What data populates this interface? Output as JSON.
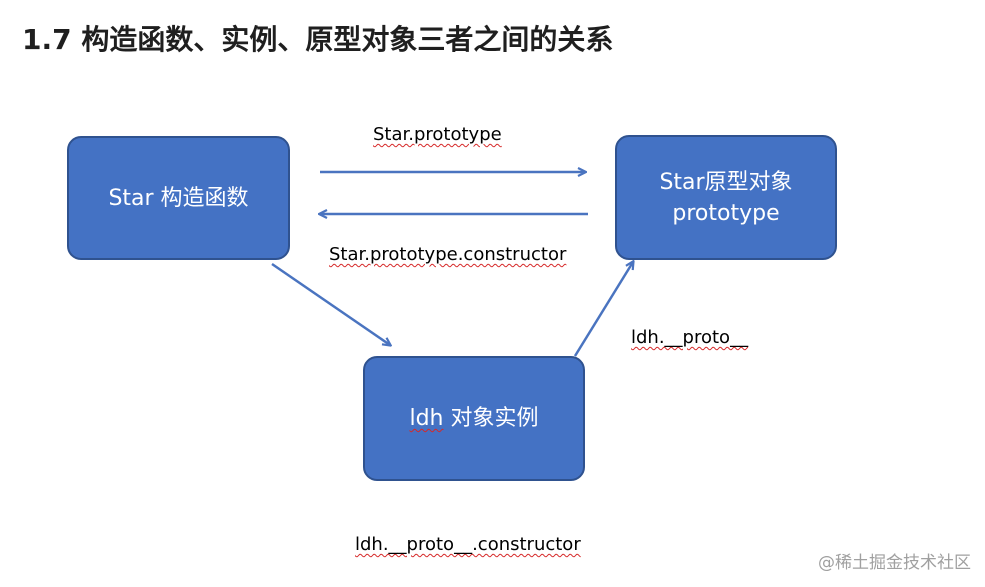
{
  "slide": {
    "title": "1.7 构造函数、实例、原型对象三者之间的关系",
    "boxes": {
      "constructor": {
        "line1": "Star 构造函数"
      },
      "prototype": {
        "line1": "Star原型对象",
        "line2": "prototype"
      },
      "instance": {
        "prefix": "ldh",
        "rest": " 对象实例"
      }
    },
    "labels": {
      "star_prototype": "Star.prototype",
      "star_prototype_constructor": "Star.prototype.constructor",
      "ldh_proto": "ldh.__proto__",
      "ldh_proto_constructor": "ldh.__proto__.constructor"
    },
    "watermark": "@稀土掘金技术社区",
    "colors": {
      "box_fill": "#4472c4",
      "box_border": "#2f528f",
      "arrow": "#4a74c0"
    }
  }
}
